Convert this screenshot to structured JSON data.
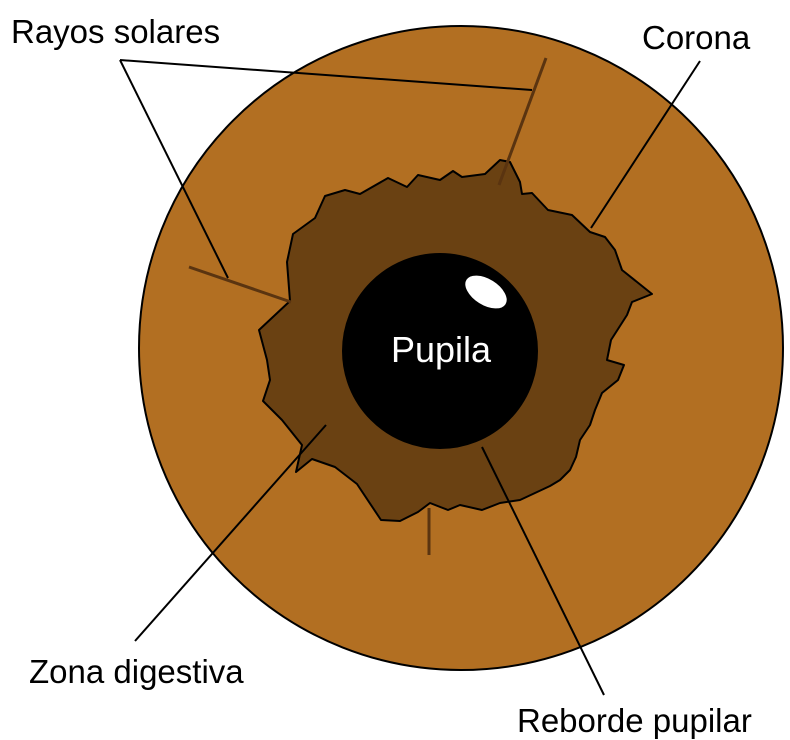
{
  "labels": {
    "rays": "Rayos solares",
    "crown": "Corona",
    "pupil": "Pupila",
    "digestive_zone": "Zona digestiva",
    "pupillary_border": "Reborde pupilar"
  },
  "colors": {
    "iris": "#b26f22",
    "collarette": "#6a4112",
    "ray": "#5a3410",
    "pupil": "#000000",
    "highlight": "#ffffff",
    "outline": "#000000",
    "background": "#ffffff"
  }
}
